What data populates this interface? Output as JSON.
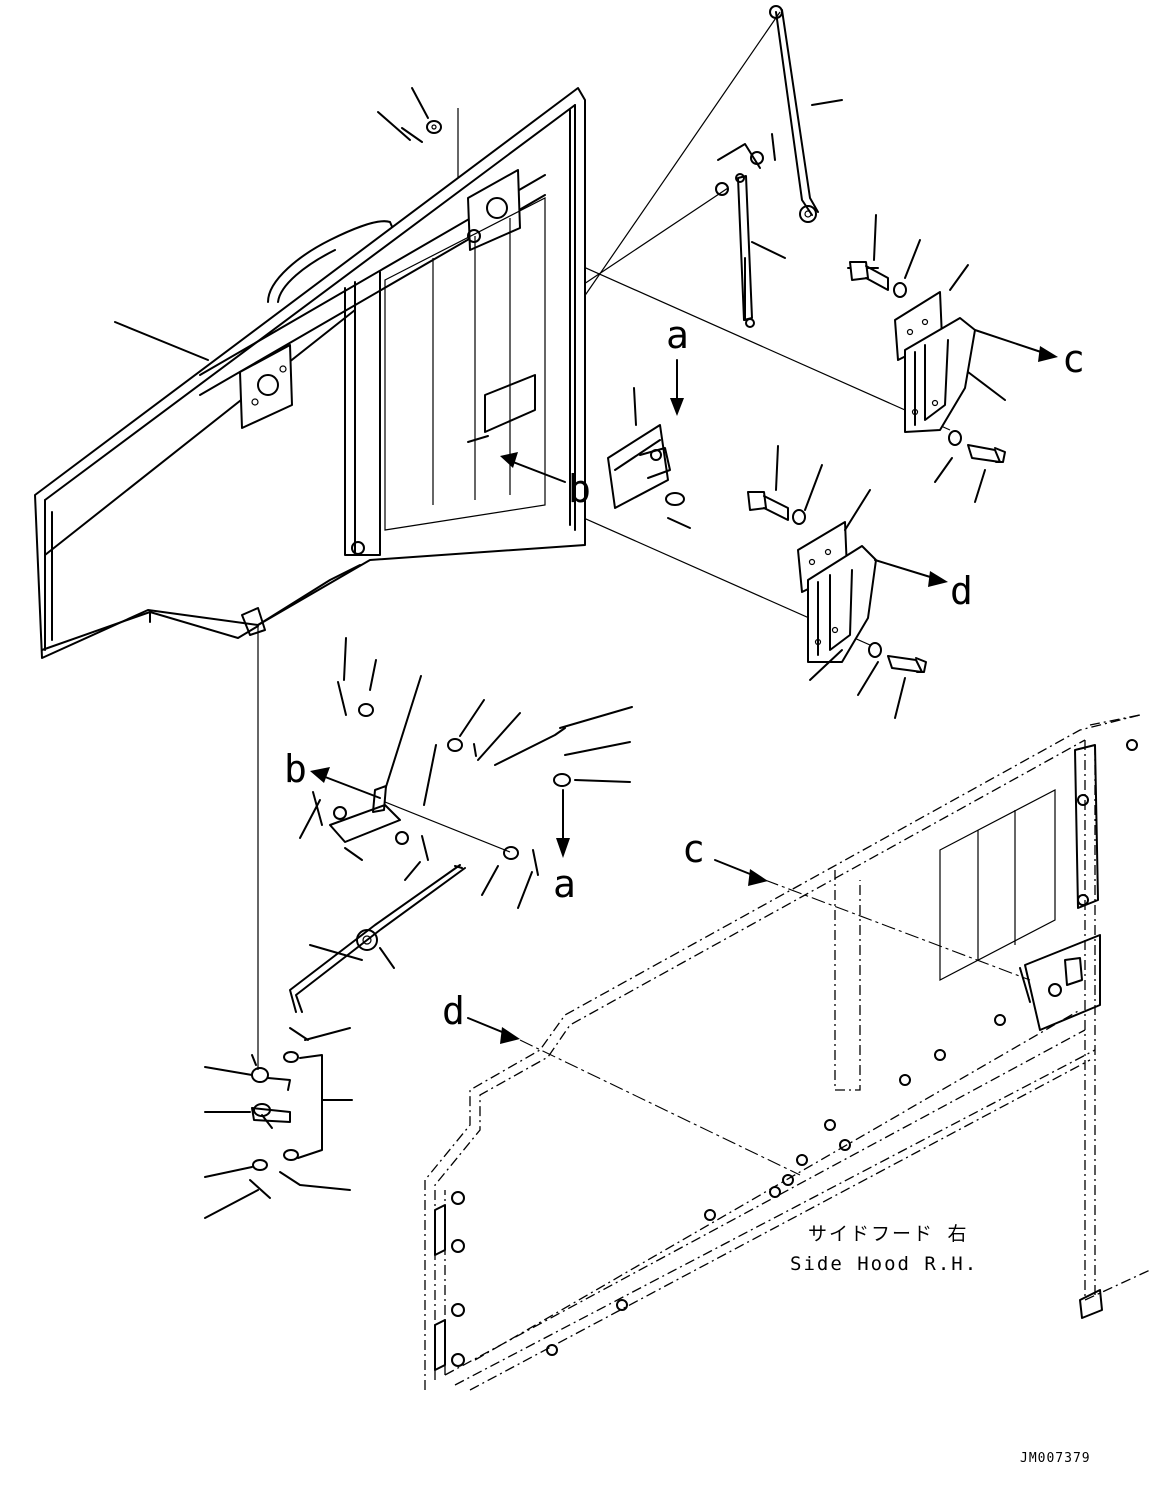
{
  "diagram": {
    "callout_letters": {
      "a_top": "a",
      "b_top": "b",
      "c_top": "c",
      "d_top": "d",
      "b_mid": "b",
      "a_mid": "a",
      "c_lower": "c",
      "d_lower": "d"
    },
    "caption": {
      "japanese": "サイドフード 右",
      "english": "Side Hood R.H."
    },
    "drawing_code": "JM007379"
  }
}
